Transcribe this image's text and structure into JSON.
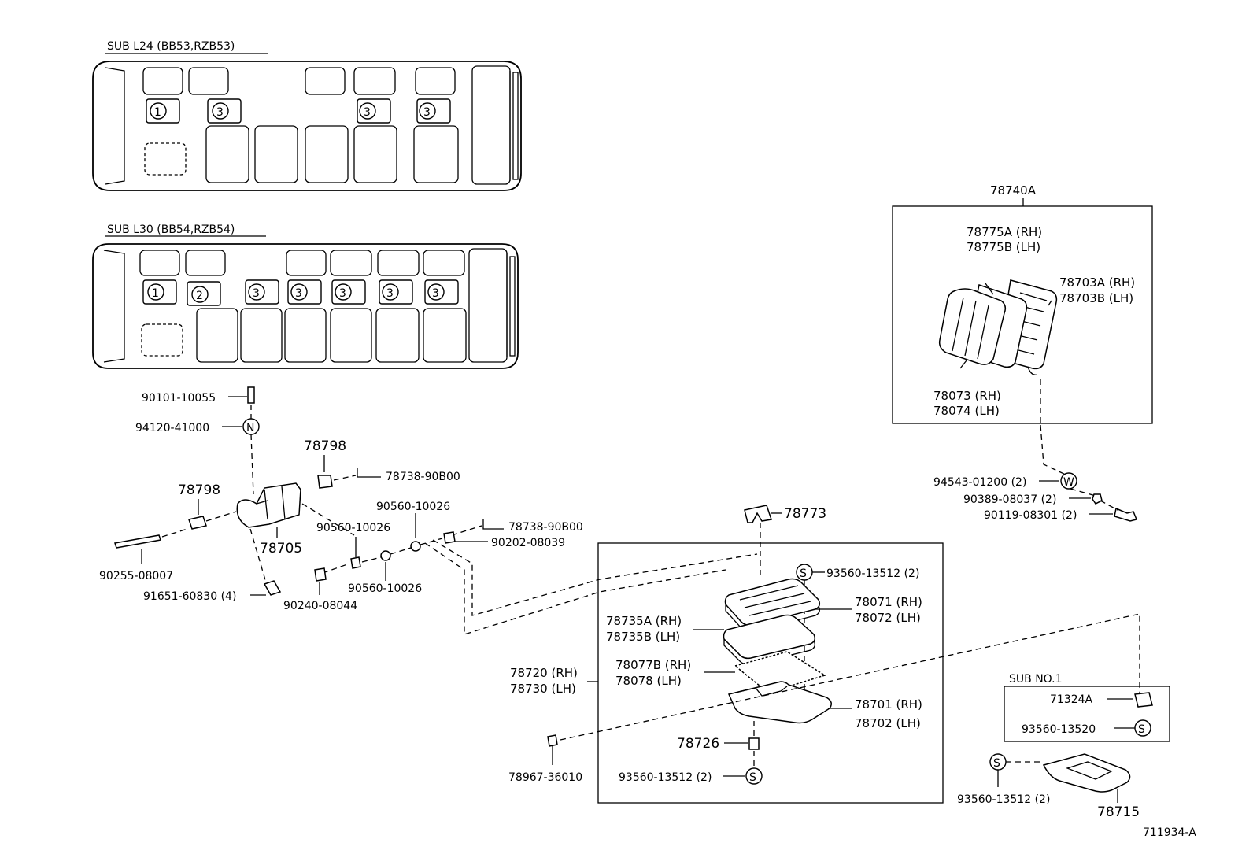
{
  "bus_layouts": [
    {
      "title": "SUB  L24  (BB53,RZB53)",
      "markers": [
        "1",
        "3",
        "3",
        "3"
      ]
    },
    {
      "title": "SUB  L30  (BB54,RZB54)",
      "markers": [
        "1",
        "2",
        "3",
        "3",
        "3",
        "3",
        "3"
      ]
    }
  ],
  "armrest_group": {
    "title": "78740A",
    "labels": [
      "78775A (RH)",
      "78775B (LH)",
      "78703A (RH)",
      "78703B (LH)",
      "78073 (RH)",
      "78074 (LH)"
    ]
  },
  "armrest_fasteners": [
    {
      "label": "94543-01200 (2)",
      "symbol": "W"
    },
    {
      "label": "90389-08037 (2)"
    },
    {
      "label": "90119-08301 (2)"
    }
  ],
  "bracket_parts": [
    {
      "label": "90101-10055"
    },
    {
      "label": "94120-41000",
      "symbol": "N"
    },
    {
      "label": "78798"
    },
    {
      "label": "78738-90B00"
    },
    {
      "label": "78798"
    },
    {
      "label": "90560-10026"
    },
    {
      "label": "90560-10026"
    },
    {
      "label": "78738-90B00"
    },
    {
      "label": "90202-08039"
    },
    {
      "label": "78705"
    },
    {
      "label": "90255-08007"
    },
    {
      "label": "91651-60830 (4)"
    },
    {
      "label": "90240-08044"
    },
    {
      "label": "90560-10026"
    }
  ],
  "armrest_parts": [
    {
      "label": "78773"
    },
    {
      "label": "93560-13512 (2)",
      "symbol": "S"
    },
    {
      "label": "78071 (RH)"
    },
    {
      "label": "78072 (LH)"
    },
    {
      "label": "78735A (RH)"
    },
    {
      "label": "78735B (LH)"
    },
    {
      "label": "78077B (RH)"
    },
    {
      "label": "78078     (LH)"
    },
    {
      "label": "78720 (RH)"
    },
    {
      "label": "78730 (LH)"
    },
    {
      "label": "78701 (RH)"
    },
    {
      "label": "78702 (LH)"
    },
    {
      "label": "78726"
    },
    {
      "label": "93560-13512 (2)",
      "symbol": "S"
    },
    {
      "label": "78967-36010"
    }
  ],
  "sub_no1": {
    "title": "SUB  NO.1",
    "items": [
      {
        "label": "71324A"
      },
      {
        "label": "93560-13520",
        "symbol": "S"
      }
    ]
  },
  "cover_parts": [
    {
      "label": "93560-13512 (2)",
      "symbol": "S"
    },
    {
      "label": "78715"
    }
  ],
  "figure_id": "711934-A"
}
